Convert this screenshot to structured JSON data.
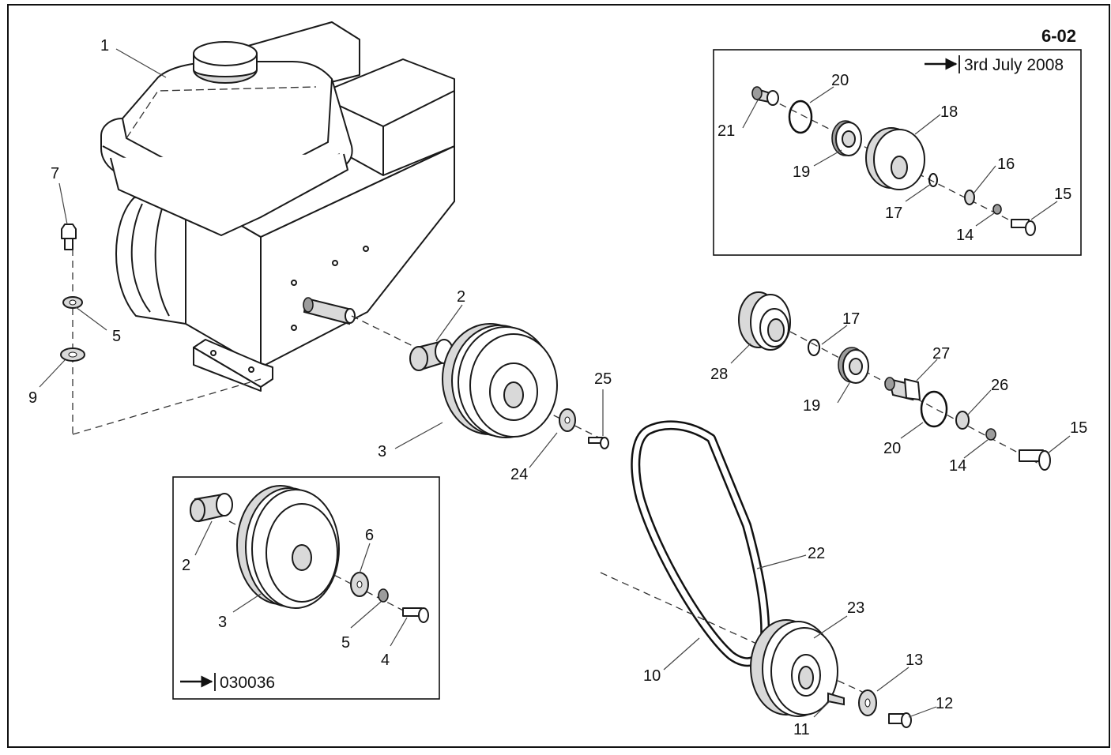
{
  "page_number": "6-02",
  "inset_top": {
    "note": "3rd July 2008"
  },
  "inset_bottom": {
    "note": "030036"
  },
  "callouts": [
    {
      "id": "c1",
      "text": "1"
    },
    {
      "id": "c2a",
      "text": "2"
    },
    {
      "id": "c3a",
      "text": "3"
    },
    {
      "id": "c24",
      "text": "24"
    },
    {
      "id": "c25",
      "text": "25"
    },
    {
      "id": "c7",
      "text": "7"
    },
    {
      "id": "c5a",
      "text": "5"
    },
    {
      "id": "c9",
      "text": "9"
    },
    {
      "id": "c21",
      "text": "21"
    },
    {
      "id": "c20a",
      "text": "20"
    },
    {
      "id": "c19a",
      "text": "19"
    },
    {
      "id": "c18",
      "text": "18"
    },
    {
      "id": "c17a",
      "text": "17"
    },
    {
      "id": "c16",
      "text": "16"
    },
    {
      "id": "c14a",
      "text": "14"
    },
    {
      "id": "c15a",
      "text": "15"
    },
    {
      "id": "c28",
      "text": "28"
    },
    {
      "id": "c17b",
      "text": "17"
    },
    {
      "id": "c19b",
      "text": "19"
    },
    {
      "id": "c27",
      "text": "27"
    },
    {
      "id": "c20b",
      "text": "20"
    },
    {
      "id": "c26",
      "text": "26"
    },
    {
      "id": "c14b",
      "text": "14"
    },
    {
      "id": "c15b",
      "text": "15"
    },
    {
      "id": "c22",
      "text": "22"
    },
    {
      "id": "c23",
      "text": "23"
    },
    {
      "id": "c10",
      "text": "10"
    },
    {
      "id": "c13",
      "text": "13"
    },
    {
      "id": "c12",
      "text": "12"
    },
    {
      "id": "c11",
      "text": "11"
    },
    {
      "id": "c2b",
      "text": "2"
    },
    {
      "id": "c6",
      "text": "6"
    },
    {
      "id": "c3b",
      "text": "3"
    },
    {
      "id": "c5b",
      "text": "5"
    },
    {
      "id": "c4",
      "text": "4"
    }
  ]
}
